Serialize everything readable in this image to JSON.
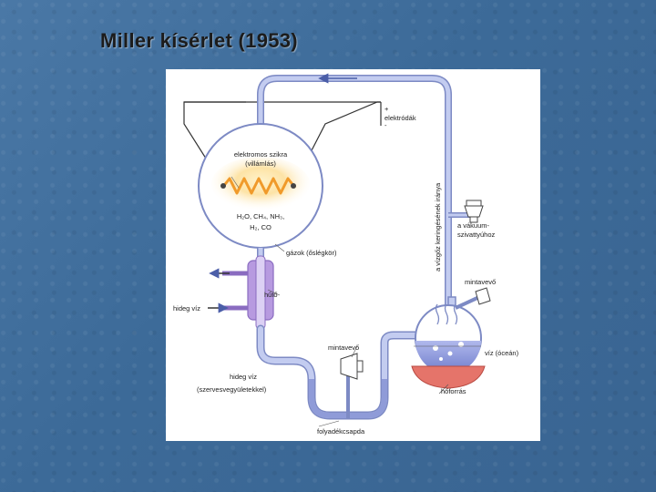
{
  "title": "Miller kísérlet (1953)",
  "diagram": {
    "electrodes_label": "elektródák",
    "plus_sign": "+",
    "minus_sign": "-",
    "spark_label_1": "elektromos szikra",
    "spark_label_2": "(villámlás)",
    "gases_formula_1": "H₂O, CH₄, NH₃,",
    "gases_formula_2": "H₂, CO",
    "gases_label": "gázok (őslégkör)",
    "circulation_label": "a vízgőz keringésének iránya",
    "vacuum_label_1": "a vákuum-",
    "vacuum_label_2": "szivattyúhoz",
    "sampler_top_label": "mintavevő",
    "cooler_label": "hűtő",
    "cold_water_label": "hideg víz",
    "water_ocean_label": "víz (óceán)",
    "heat_source_label": "hőforrás",
    "sampler_bottom_label": "mintavevő",
    "cold_water_organic_1": "hideg víz",
    "cold_water_organic_2": "(szervesvegyületekkel)",
    "trap_label": "folyadékcsapda"
  },
  "colors": {
    "tube": "#b9c4ec",
    "tube_edge": "#7d8ac4",
    "cooler": "#b79ae0",
    "spark": "#f09a2a",
    "glow": "#ffe7b0",
    "heater": "#e5746a",
    "arrow": "#4b5ea8"
  }
}
